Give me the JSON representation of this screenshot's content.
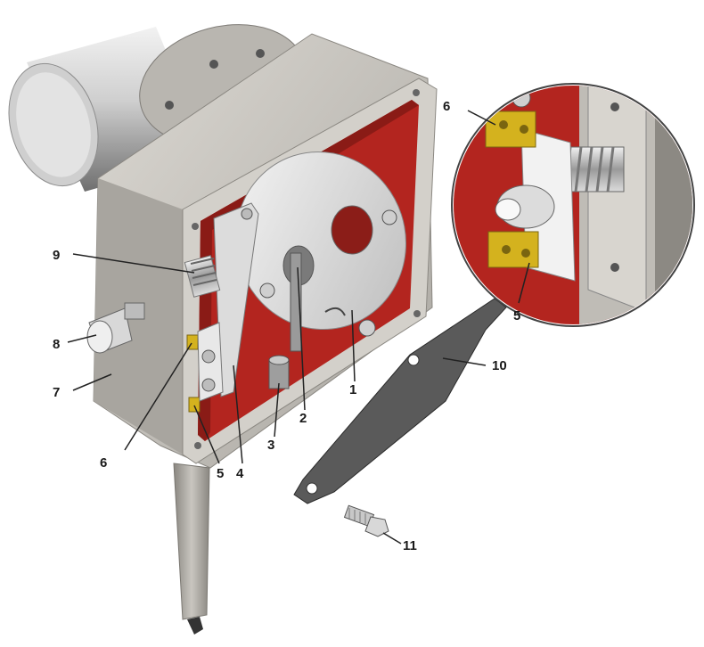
{
  "figure": {
    "callouts": [
      {
        "id": "c1",
        "label": "1"
      },
      {
        "id": "c2",
        "label": "2"
      },
      {
        "id": "c3",
        "label": "3"
      },
      {
        "id": "c4",
        "label": "4"
      },
      {
        "id": "c5a",
        "label": "5"
      },
      {
        "id": "c5b",
        "label": "5"
      },
      {
        "id": "c6a",
        "label": "6"
      },
      {
        "id": "c6b",
        "label": "6"
      },
      {
        "id": "c7",
        "label": "7"
      },
      {
        "id": "c8",
        "label": "8"
      },
      {
        "id": "c9",
        "label": "9"
      },
      {
        "id": "c10",
        "label": "10"
      },
      {
        "id": "c11",
        "label": "11"
      }
    ],
    "colors": {
      "housing": "#c9c6c0",
      "housing_shadow": "#9d9a94",
      "interior_red": "#b3251f",
      "metal_light": "#e6e6e6",
      "metal_dark": "#7d7d7d",
      "brass": "#d4b21e",
      "gasket": "#5a5a5a",
      "leader": "#222222"
    }
  }
}
